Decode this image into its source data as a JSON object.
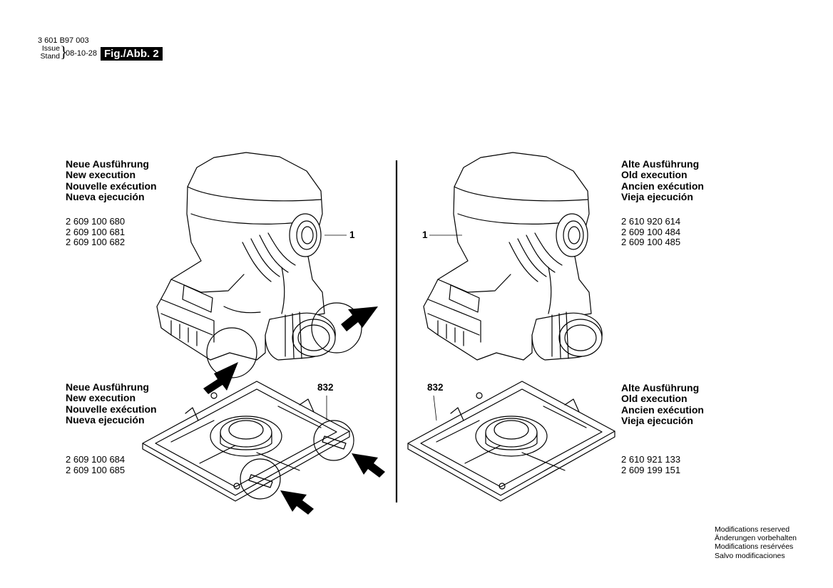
{
  "header": {
    "doc_number": "3 601 B97 003",
    "issue_label": "Issue",
    "stand_label": "Stand",
    "brace": "}",
    "date": "08-10-28",
    "figure_label": "Fig./Abb. 2"
  },
  "left": {
    "housing": {
      "headings": [
        "Neue Ausführung",
        "New execution",
        "Nouvelle exécution",
        "Nueva ejecución"
      ],
      "part_numbers": [
        "2 609 100 680",
        "2 609 100 681",
        "2 609 100 682"
      ],
      "ref": "1"
    },
    "plate": {
      "headings": [
        "Neue Ausführung",
        "New execution",
        "Nouvelle exécution",
        "Nueva ejecución"
      ],
      "part_numbers": [
        "2 609 100 684",
        "2 609 100 685"
      ],
      "ref": "832"
    }
  },
  "right": {
    "housing": {
      "headings": [
        "Alte Ausführung",
        "Old execution",
        "Ancien exécution",
        "Vieja ejecución"
      ],
      "part_numbers": [
        "2 610 920 614",
        "2 609 100 484",
        "2 609 100 485"
      ],
      "ref": "1"
    },
    "plate": {
      "headings": [
        "Alte Ausführung",
        "Old execution",
        "Ancien exécution",
        "Vieja ejecución"
      ],
      "part_numbers": [
        "2 610 921 133",
        "2 609 199 151"
      ],
      "ref": "832"
    }
  },
  "footer": {
    "lines": [
      "Modifications reserved",
      "Änderungen vorbehalten",
      "Modifications resérvées",
      "Salvo modificaciones"
    ]
  }
}
